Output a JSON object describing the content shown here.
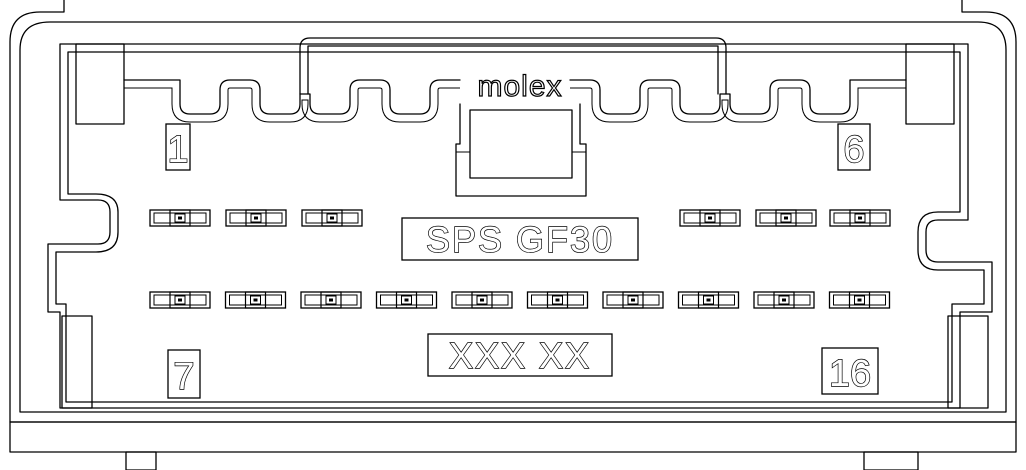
{
  "connector": {
    "brand": "molex",
    "material_marking": "SPS GF30",
    "part_marking": "XXX XX",
    "pin_labels": {
      "top_left": "1",
      "top_right": "6",
      "bottom_left": "7",
      "bottom_right": "16"
    },
    "top_row_cavities": 6,
    "bottom_row_cavities": 10,
    "line_color": "#000000",
    "background_color": "#ffffff"
  }
}
